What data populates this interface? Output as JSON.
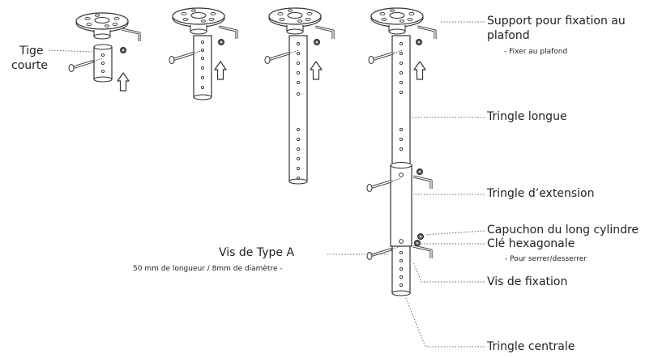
{
  "labels": {
    "tige_courte_line1": "Tige",
    "tige_courte_line2": "courte",
    "support_line1": "Support pour fixation au",
    "support_line2": "plafond",
    "support_note": "- Fixer au plafond",
    "tringle_longue": "Tringle longue",
    "tringle_extension": "Tringle d’extension",
    "capuchon": "Capuchon du long cylindre",
    "cle_hexagonale": "Clé hexagonale",
    "cle_note": "- Pour serrer/desserrer",
    "vis_type_a": "Vis de Type A",
    "vis_type_a_note": "50 mm de longueur / 8mm de diamètre -",
    "vis_fixation": "Vis de fixation",
    "tringle_centrale": "Tringle centrale"
  }
}
